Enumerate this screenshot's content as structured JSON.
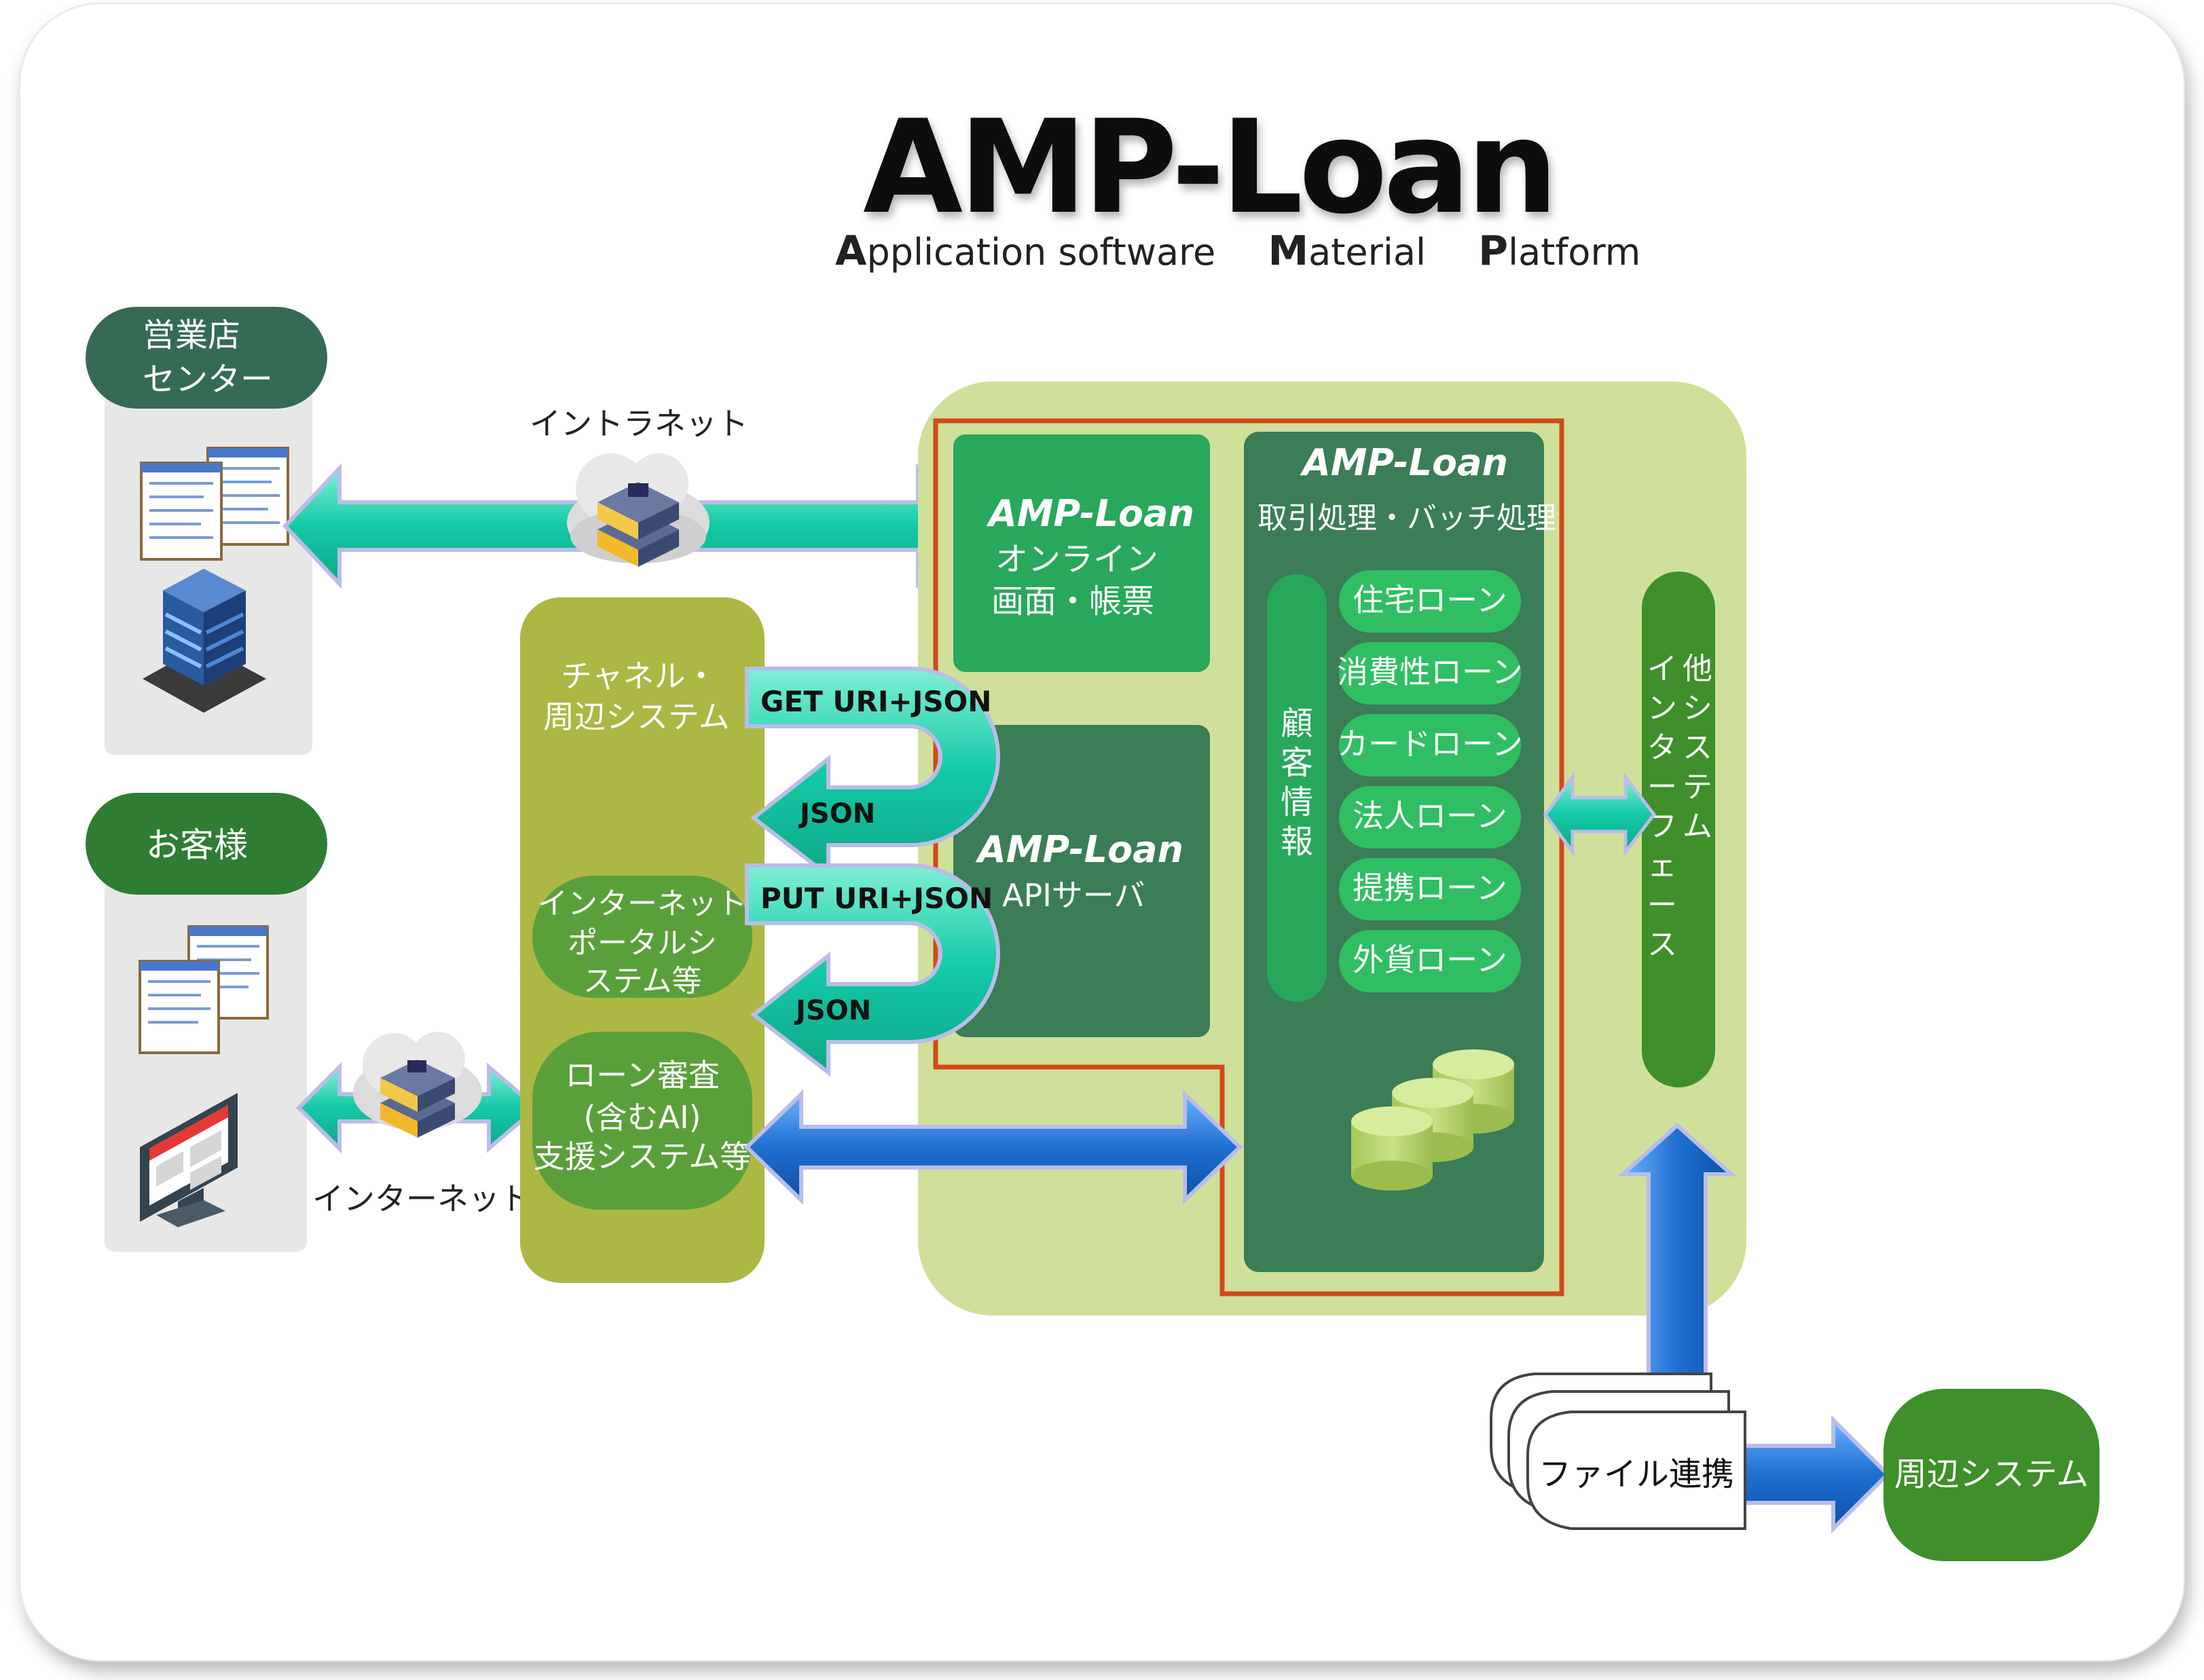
{
  "title": "AMP-Loan",
  "subtitle": {
    "a_initial": "A",
    "a_rest": "pplication software",
    "m_initial": "M",
    "m_rest": "aterial",
    "p_initial": "P",
    "p_rest": "latform"
  },
  "branch": {
    "line1": "営業店",
    "line2": "センター"
  },
  "customer": {
    "label": "お客様"
  },
  "intranet": {
    "label": "イントラネット"
  },
  "internet": {
    "label": "インターネット"
  },
  "channel": {
    "line1": "チャネル・",
    "line2": "周辺システム"
  },
  "portal": {
    "line1": "インターネット",
    "line2": "ポータルシ",
    "line3": "ステム等"
  },
  "screening": {
    "line1": "ローン審査",
    "line2": "(含むAI)",
    "line3": "支援システム等"
  },
  "api_calls": {
    "get": "GET URI+JSON",
    "get_resp": "JSON",
    "put": "PUT URI+JSON",
    "put_resp": "JSON"
  },
  "online": {
    "brand": "AMP-Loan",
    "line1": "オンライン",
    "line2": "画面・帳票"
  },
  "api_server": {
    "brand": "AMP-Loan",
    "line1": "APIサーバ"
  },
  "batch": {
    "brand": "AMP-Loan",
    "line1": "取引処理・バッチ処理"
  },
  "customer_info": {
    "chars": [
      "顧",
      "客",
      "情",
      "報"
    ]
  },
  "loans": [
    "住宅ローン",
    "消費性ローン",
    "カードローン",
    "法人ローン",
    "提携ローン",
    "外貨ローン"
  ],
  "other_if": {
    "col_right": [
      "他",
      "シ",
      "ス",
      "テ",
      "ム"
    ],
    "col_left": [
      "イ",
      "ン",
      "タ",
      "ー",
      "フ",
      "ェ",
      "ー",
      "ス"
    ]
  },
  "file_link": {
    "label": "ファイル連携"
  },
  "peripheral": {
    "label": "周辺システム"
  },
  "colors": {
    "platform_bg": "#cfe09a",
    "dark_green": "#3a7d57",
    "mid_green": "#27a85a",
    "pill_green": "#2fbf62",
    "olive": "#adb744",
    "olive_pill": "#5aa03a",
    "red_border": "#d14a1a",
    "teal_arrow": "#14c9a6",
    "blue_arrow": "#1f6fd0",
    "gray_panel": "#e7e7e7",
    "header_green": "#356b55"
  }
}
